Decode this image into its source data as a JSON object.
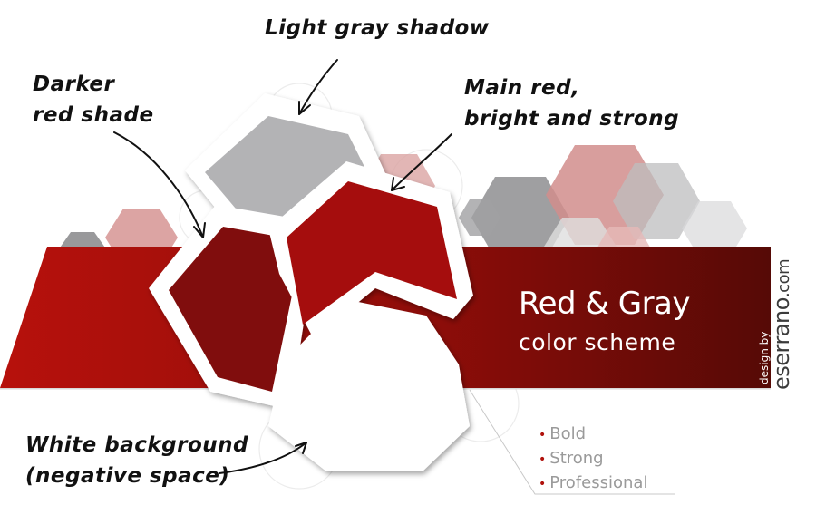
{
  "annotations": {
    "shadow": "Light gray shadow",
    "darker_line1": "Darker",
    "darker_line2": "red shade",
    "main_line1": "Main red,",
    "main_line2": "bright and strong",
    "white_line1": "White background",
    "white_line2": "(negative space)"
  },
  "title": "Red & Gray",
  "subtitle": "color scheme",
  "credit": {
    "prefix": "design by",
    "brand": "eserrano",
    "tld": ".com"
  },
  "features": [
    {
      "bullet": "•",
      "label": "Bold"
    },
    {
      "bullet": "•",
      "label": "Strong"
    },
    {
      "bullet": "•",
      "label": "Professional"
    }
  ],
  "colors": {
    "main_red": "#a50f0b",
    "dark_red": "#800d09",
    "banner_dark": "#5a0a07",
    "light_gray": "#b3b3b5",
    "pink": "#d69493",
    "gray": "#8d8d8d",
    "white": "#ffffff"
  }
}
